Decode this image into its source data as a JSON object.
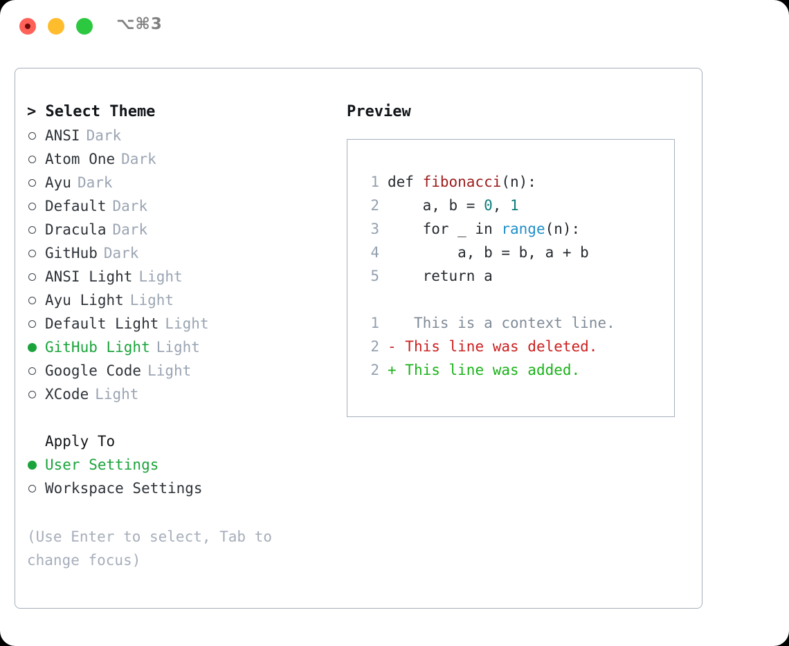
{
  "window": {
    "traffic_lights": [
      "close-red",
      "minimize-yellow",
      "maximize-green"
    ],
    "shortcut": "⌥⌘3"
  },
  "colors": {
    "accent_green": "#19a33a",
    "muted": "#9aa4b2",
    "border": "#a5aeba",
    "keyword": "#24292e",
    "function": "#9d1b1b",
    "number": "#0e7c7c",
    "builtin": "#1f8ec9",
    "diff_added": "#18b318",
    "diff_deleted": "#cc1f1f",
    "diff_context": "#808b97",
    "linenumber": "#93a0b0"
  },
  "theme_picker": {
    "header": "> Select Theme",
    "items": [
      {
        "name": "ANSI",
        "kind": "Dark",
        "selected": false
      },
      {
        "name": "Atom One",
        "kind": "Dark",
        "selected": false
      },
      {
        "name": "Ayu",
        "kind": "Dark",
        "selected": false
      },
      {
        "name": "Default",
        "kind": "Dark",
        "selected": false
      },
      {
        "name": "Dracula",
        "kind": "Dark",
        "selected": false
      },
      {
        "name": "GitHub",
        "kind": "Dark",
        "selected": false
      },
      {
        "name": "ANSI Light",
        "kind": "Light",
        "selected": false
      },
      {
        "name": "Ayu Light",
        "kind": "Light",
        "selected": false
      },
      {
        "name": "Default Light",
        "kind": "Light",
        "selected": false
      },
      {
        "name": "GitHub Light",
        "kind": "Light",
        "selected": true
      },
      {
        "name": "Google Code",
        "kind": "Light",
        "selected": false
      },
      {
        "name": "XCode",
        "kind": "Light",
        "selected": false
      }
    ]
  },
  "apply_to": {
    "title": "Apply To",
    "items": [
      {
        "label": "User Settings",
        "selected": true
      },
      {
        "label": "Workspace Settings",
        "selected": false
      }
    ]
  },
  "hint": "(Use Enter to select, Tab to change focus)",
  "preview": {
    "title": "Preview",
    "code_lines": [
      {
        "number": "1",
        "tokens": [
          {
            "text": "def ",
            "type": "plain"
          },
          {
            "text": "fibonacci",
            "type": "function"
          },
          {
            "text": "(n):",
            "type": "plain"
          }
        ]
      },
      {
        "number": "2",
        "tokens": [
          {
            "text": "    a, b = ",
            "type": "plain"
          },
          {
            "text": "0",
            "type": "number"
          },
          {
            "text": ", ",
            "type": "plain"
          },
          {
            "text": "1",
            "type": "number"
          }
        ]
      },
      {
        "number": "3",
        "tokens": [
          {
            "text": "    for _ in ",
            "type": "plain"
          },
          {
            "text": "range",
            "type": "builtin"
          },
          {
            "text": "(n):",
            "type": "plain"
          }
        ]
      },
      {
        "number": "4",
        "tokens": [
          {
            "text": "        a, b = b, a + b",
            "type": "plain"
          }
        ]
      },
      {
        "number": "5",
        "tokens": [
          {
            "text": "    return a",
            "type": "plain"
          }
        ]
      }
    ],
    "diff_lines": [
      {
        "number": "1",
        "marker": " ",
        "text": "  This is a context line.",
        "type": "context"
      },
      {
        "number": "2",
        "marker": "-",
        "text": " This line was deleted.",
        "type": "deleted"
      },
      {
        "number": "2",
        "marker": "+",
        "text": " This line was added.",
        "type": "added"
      }
    ]
  }
}
